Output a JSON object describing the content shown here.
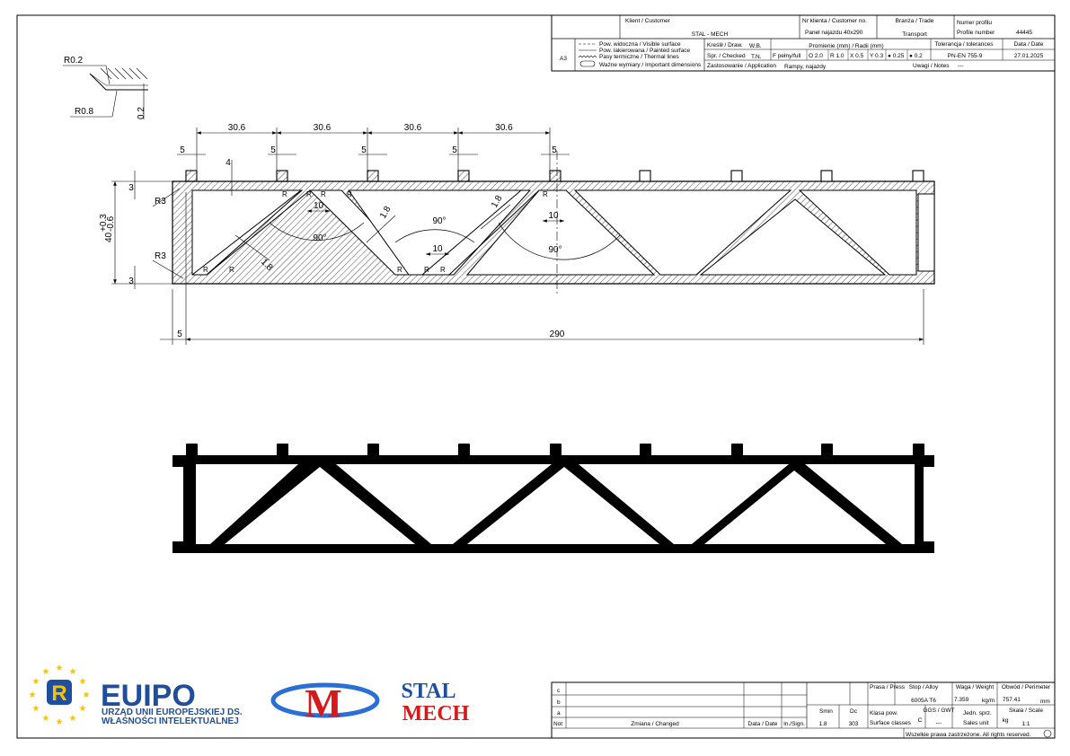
{
  "title_block": {
    "customer_label": "Klient / Customer",
    "customer": "STAL - MECH",
    "customer_no_label": "Nr klienta / Customer no.",
    "customer_no": "Panel najazdu 40x290",
    "trade_label": "Branża / Trade",
    "trade": "Transport",
    "profile_no_label_pl": "Numer profilu",
    "profile_no_label_en": "Profile number",
    "profile_no": "44445",
    "format": "A3",
    "legend_visible": "Pow. widoczna / Visible surface",
    "legend_painted": "Pow. lakierowana / Painted surface",
    "legend_thermal": "Pasy termiczne / Thermal lines",
    "legend_important": "Ważne wymiary / Important dimensions",
    "draw_label": "Kreślił / Draw.",
    "draw": "W.B.",
    "checked_label": "Spr. / Checked",
    "checked": "T.N.",
    "radii_label": "Promienie (mm) / Radii (mm)",
    "radius_labels": [
      "F pełny/full",
      "O 2.0",
      "R 1.0",
      "X 0.5",
      "Y 0.3",
      "● 0.25",
      "● 0.2"
    ],
    "tolerance_label": "Tolerancja / tolerances",
    "tolerance": "PN-EN 755-9",
    "date_label": "Data / Date",
    "date": "27.01.2025",
    "application_label": "Zastosowanie / Application",
    "application": "Rampy, najazdy",
    "notes_label": "Uwagi / Notes",
    "notes": "---"
  },
  "dimensions": {
    "pitch": "30.6",
    "flange_width": "5",
    "flange_height": "4",
    "wall": "3",
    "radius_outer": "R3",
    "radius_inner": "R",
    "web_thickness": "1.8",
    "web_gap": "10",
    "angle": "90°",
    "height": "40",
    "height_tol_plus": "+0.3",
    "height_tol_minus": "-0.6",
    "width": "290",
    "offset": "5",
    "detail_r1": "R0.2",
    "detail_r2": "R0.8",
    "detail_depth": "0.2"
  },
  "revision_block": {
    "rows": [
      "c",
      "b",
      "a"
    ],
    "not_label": "Not",
    "changed_label": "Zmiana / Changed",
    "date_label": "Data / Date",
    "sign_label": "In./Sign.",
    "press_label": "Prasa / Press",
    "alloy_label": "Stop / Alloy",
    "alloy": "6005A T6",
    "weight_label": "Waga / Weight",
    "weight": "7.359",
    "weight_unit": "kg/m",
    "perimeter_label": "Obwód / Perimeter",
    "perimeter": "757.41",
    "perimeter_unit": "mm",
    "smin_label": "Smin",
    "smin": "1.8",
    "dc_label": "Dc",
    "dc": "303",
    "surface_label_pl": "Klasa pow.",
    "surface_label_en": "Surface classes",
    "surface": "C",
    "ggs_label": "GGS / GWT",
    "ggs": "---",
    "sales_label_pl": "Jedn. sprz.",
    "sales_label_en": "Sales unit",
    "sales": "kg",
    "scale_label": "Skala / Scale",
    "scale": "1:1",
    "rights": "Wszelkie prawa zastrzeżone. All rights reserved."
  },
  "logos": {
    "euipo_text": "EUIPO",
    "euipo_caption_1": "URZĄD UNII EUROPEJSKIEJ DS.",
    "euipo_caption_2": "WŁASNOŚCI INTELEKTUALNEJ",
    "stalmech_line1": "STAL",
    "stalmech_line2": "MECH"
  }
}
